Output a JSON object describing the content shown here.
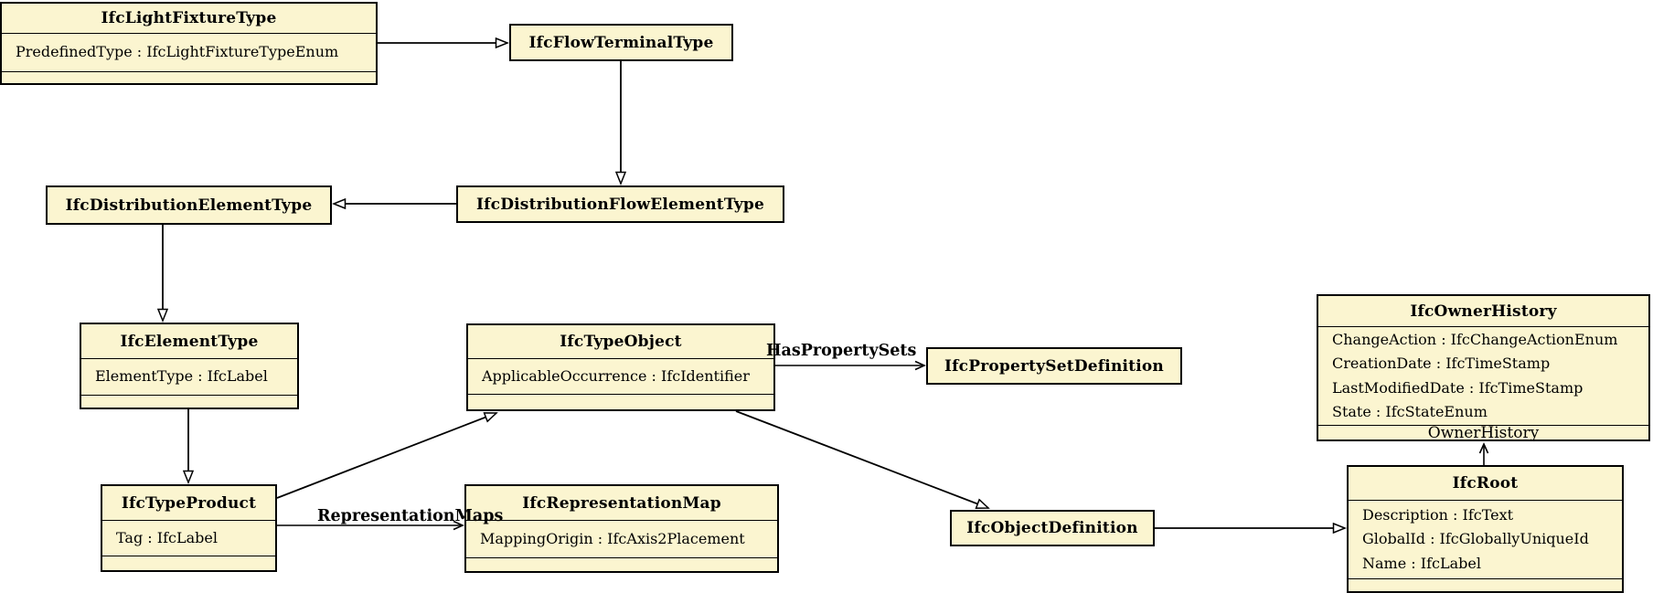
{
  "diagram": {
    "kind": "uml-class-diagram",
    "box_fill": "#FBF5D0",
    "line_color": "#000000",
    "nodes": [
      {
        "title": "IfcLightFixtureType",
        "attributes": [
          "PredefinedType : IfcLightFixtureTypeEnum"
        ]
      },
      {
        "title": "IfcFlowTerminalType"
      },
      {
        "title": "IfcDistributionElementType"
      },
      {
        "title": "IfcDistributionFlowElementType"
      },
      {
        "title": "IfcElementType",
        "attributes": [
          "ElementType : IfcLabel"
        ]
      },
      {
        "title": "IfcTypeObject",
        "attributes": [
          "ApplicableOccurrence : IfcIdentifier"
        ]
      },
      {
        "title": "IfcPropertySetDefinition"
      },
      {
        "title": "IfcOwnerHistory",
        "attributes": [
          "ChangeAction : IfcChangeActionEnum",
          "CreationDate : IfcTimeStamp",
          "LastModifiedDate : IfcTimeStamp",
          "State : IfcStateEnum"
        ]
      },
      {
        "title": "IfcTypeProduct",
        "attributes": [
          "Tag : IfcLabel"
        ]
      },
      {
        "title": "IfcRepresentationMap",
        "attributes": [
          "MappingOrigin : IfcAxis2Placement"
        ]
      },
      {
        "title": "IfcObjectDefinition"
      },
      {
        "title": "IfcRoot",
        "attributes": [
          "Description : IfcText",
          "GlobalId : IfcGloballyUniqueId",
          "Name : IfcLabel"
        ]
      }
    ],
    "edges": [
      {
        "from": "IfcLightFixtureType",
        "to": "IfcFlowTerminalType",
        "type": "inheritance"
      },
      {
        "from": "IfcFlowTerminalType",
        "to": "IfcDistributionFlowElementType",
        "type": "inheritance"
      },
      {
        "from": "IfcDistributionFlowElementType",
        "to": "IfcDistributionElementType",
        "type": "inheritance"
      },
      {
        "from": "IfcDistributionElementType",
        "to": "IfcElementType",
        "type": "inheritance"
      },
      {
        "from": "IfcElementType",
        "to": "IfcTypeProduct",
        "type": "inheritance"
      },
      {
        "from": "IfcTypeProduct",
        "to": "IfcTypeObject",
        "type": "inheritance"
      },
      {
        "from": "IfcTypeObject",
        "to": "IfcObjectDefinition",
        "type": "inheritance"
      },
      {
        "from": "IfcObjectDefinition",
        "to": "IfcRoot",
        "type": "inheritance"
      },
      {
        "from": "IfcTypeObject",
        "to": "IfcPropertySetDefinition",
        "type": "association",
        "label": "HasPropertySets"
      },
      {
        "from": "IfcTypeProduct",
        "to": "IfcRepresentationMap",
        "type": "association",
        "label": "RepresentationMaps"
      },
      {
        "from": "IfcRoot",
        "to": "IfcOwnerHistory",
        "type": "association",
        "label": "OwnerHistory"
      }
    ]
  }
}
